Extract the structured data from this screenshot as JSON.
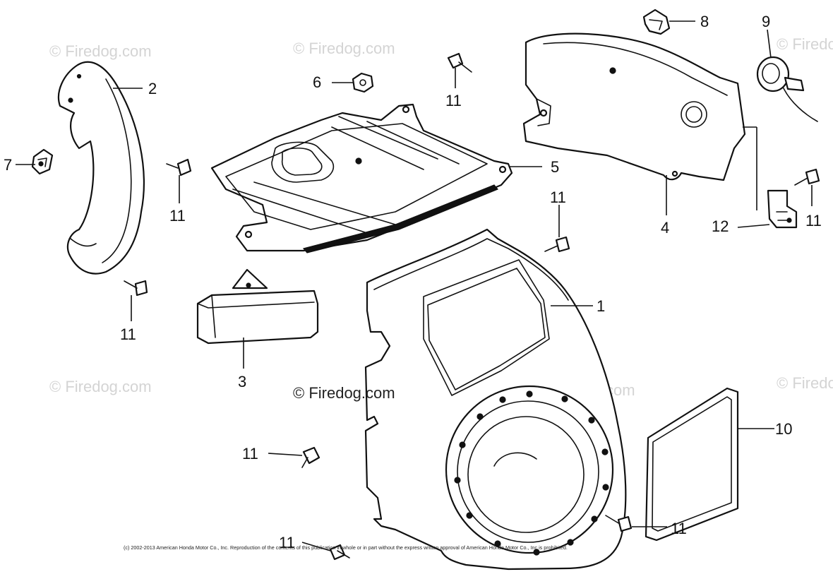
{
  "callouts": [
    "1",
    "2",
    "3",
    "4",
    "5",
    "6",
    "7",
    "8",
    "9",
    "10",
    "11",
    "12"
  ],
  "watermark_text": "© Firedog.com",
  "copyright": "(c) 2002-2013 American Honda Motor Co., Inc. Reproduction of the contents of this publication in whole or in part without the express written approval of American Honda Motor Co., Inc is prohibited."
}
